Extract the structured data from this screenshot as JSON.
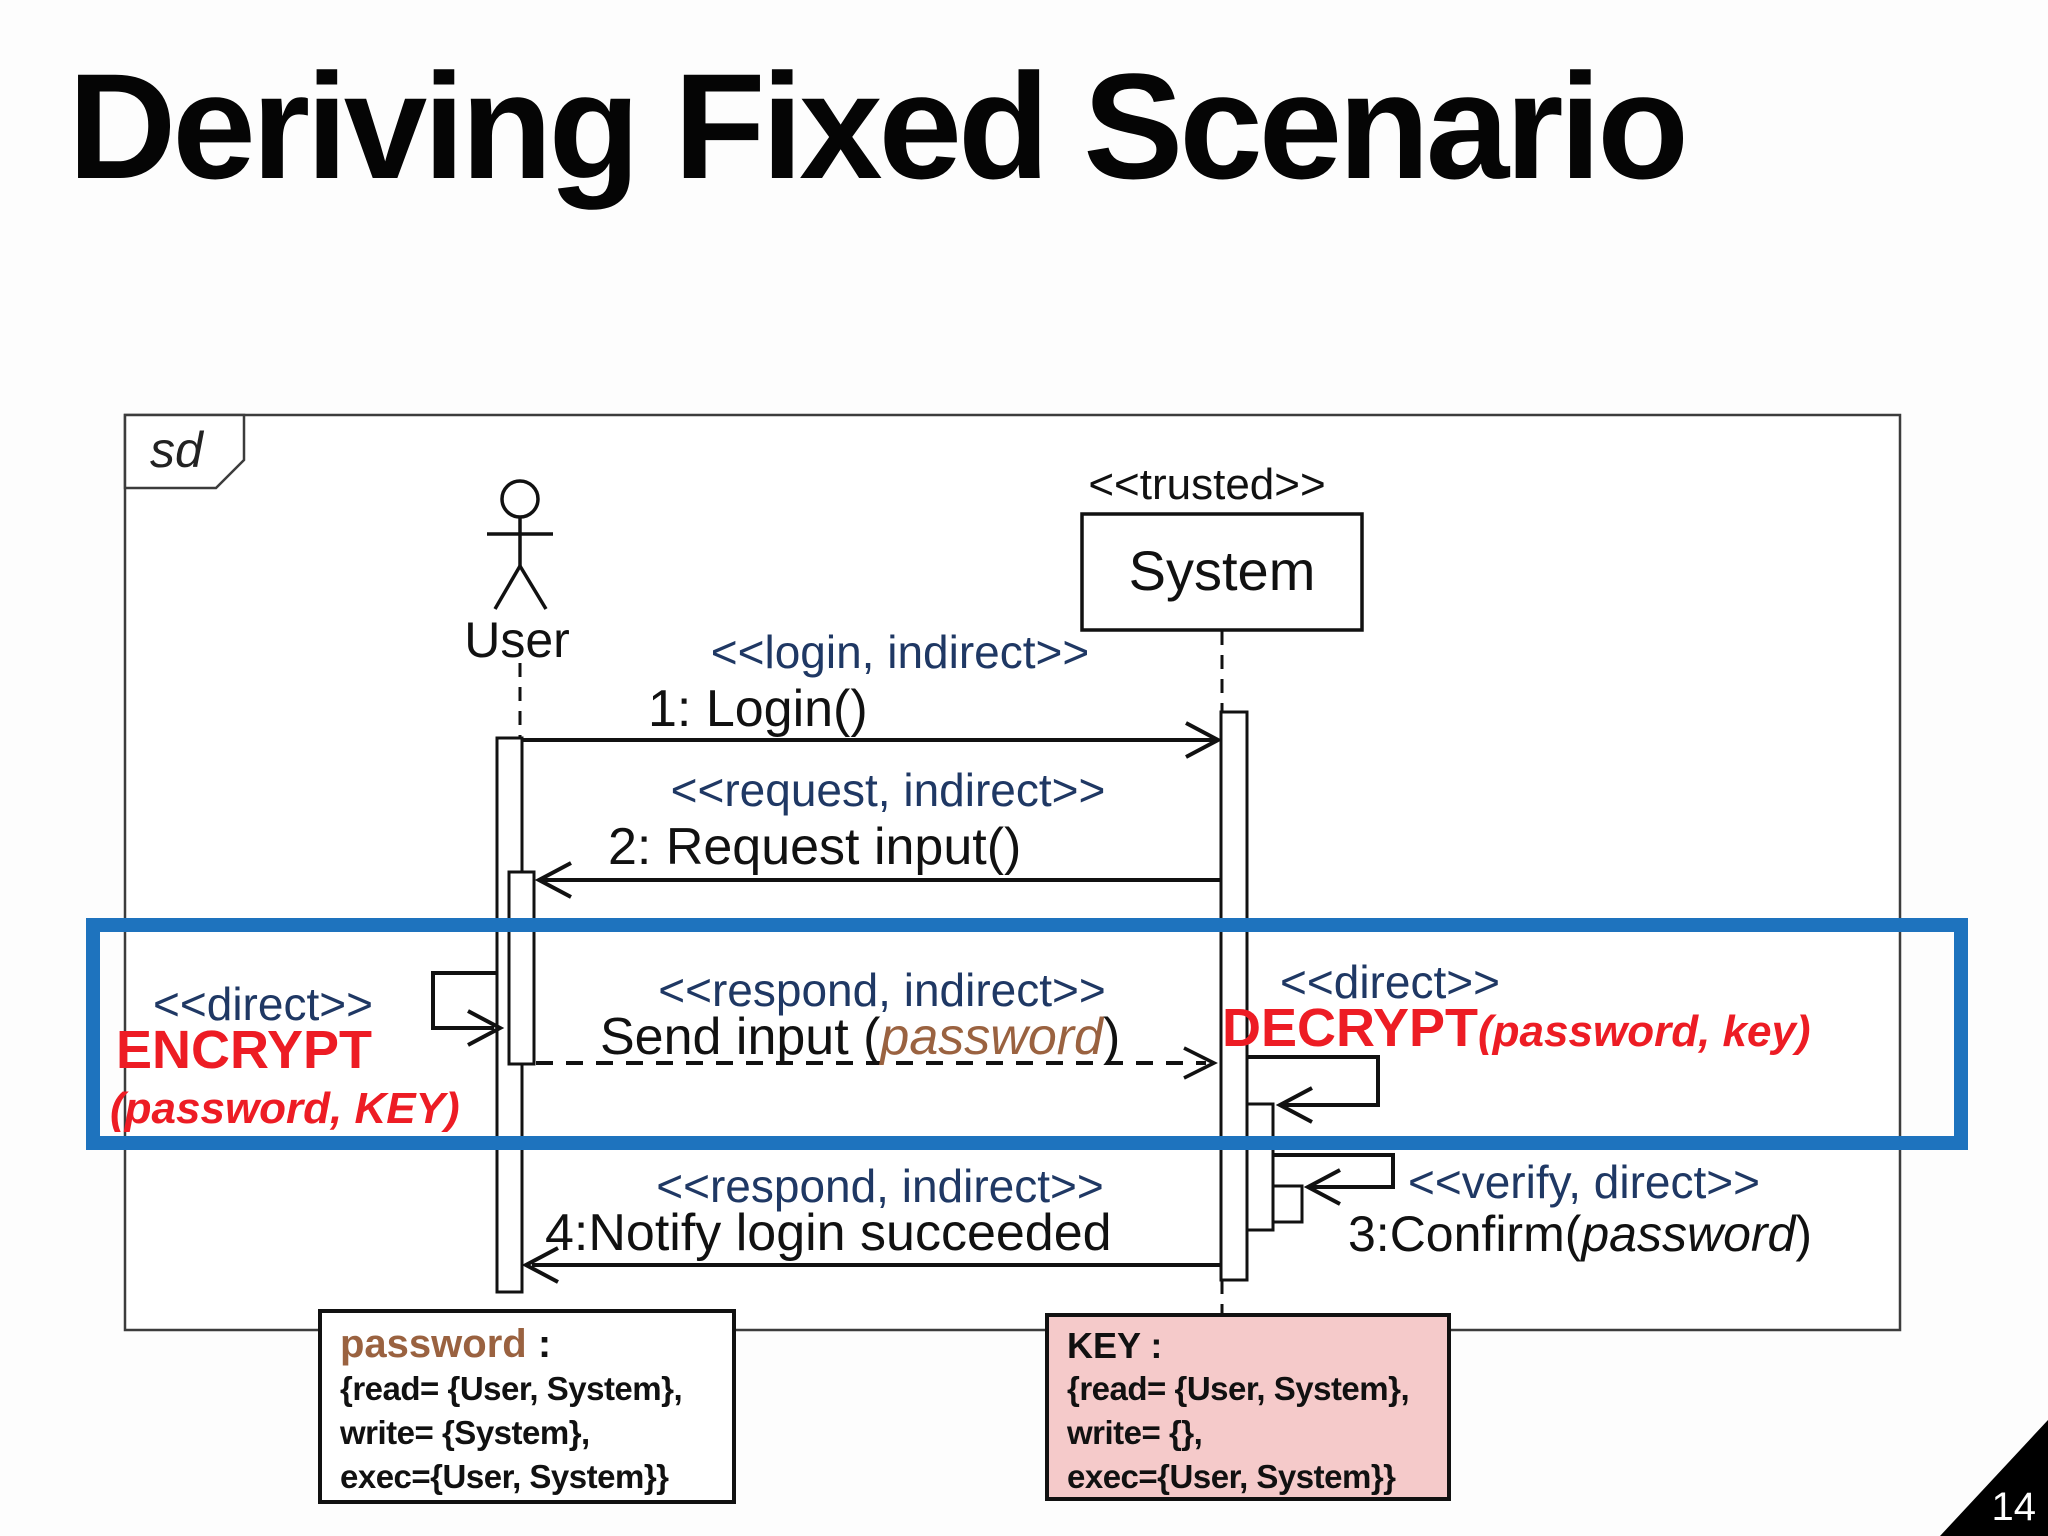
{
  "slide": {
    "title": "Deriving Fixed Scenario",
    "page_number": "14"
  },
  "frame": {
    "label": "sd"
  },
  "lifelines": {
    "user": {
      "name": "User"
    },
    "system": {
      "stereotype": "<<trusted>>",
      "name": "System"
    }
  },
  "messages": {
    "login": {
      "stereotype": "<<login, indirect>>",
      "label": "1: Login()"
    },
    "request": {
      "stereotype": "<<request, indirect>>",
      "label": "2: Request input()"
    },
    "send": {
      "stereotype": "<<respond, indirect>>",
      "prefix": "Send input (",
      "arg": "password",
      "suffix": ")"
    },
    "confirm": {
      "stereotype": "<<verify, direct>>",
      "prefix": "3:Confirm(",
      "arg": "password",
      "suffix": ")"
    },
    "notify": {
      "stereotype": "<<respond, indirect>>",
      "label": "4:Notify login succeeded"
    }
  },
  "annotations": {
    "encrypt": {
      "stereotype": "<<direct>>",
      "op": "ENCRYPT",
      "args": "(password, KEY)"
    },
    "decrypt": {
      "stereotype": "<<direct>>",
      "op": "DECRYPT",
      "args": "(password, key)"
    }
  },
  "notes": {
    "password": {
      "title": "password",
      "title_suffix": " :",
      "lines": [
        "{read= {User, System},",
        "write= {System},",
        "exec={User, System}}"
      ]
    },
    "key": {
      "title": "KEY :",
      "lines": [
        "{read= {User, System},",
        "write= {},",
        "exec={User, System}}"
      ]
    }
  },
  "colors": {
    "stereotype_navy": "#1f3864",
    "alert_red": "#ed1c24",
    "variable_brown": "#9a6240",
    "highlight_blue": "#1e73be",
    "note_pink": "#f5caca"
  }
}
